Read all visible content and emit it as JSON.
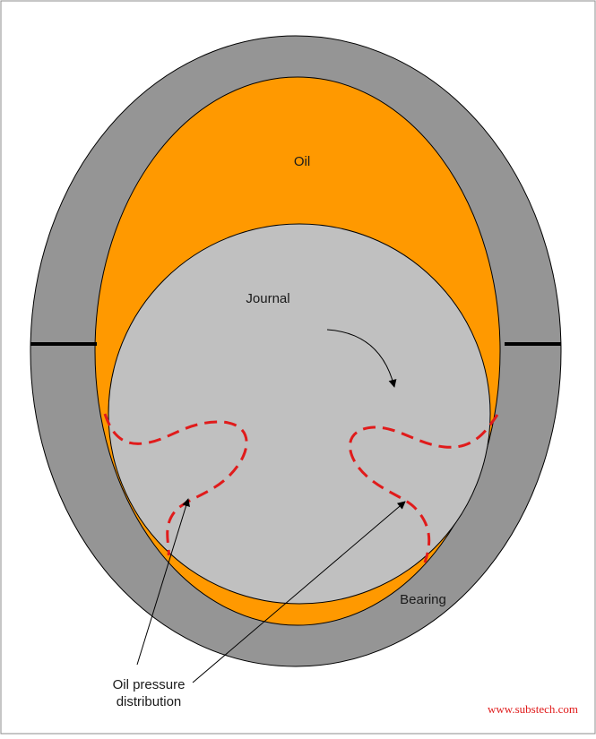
{
  "labels": {
    "oil": "Oil",
    "journal": "Journal",
    "bearing": "Bearing",
    "pressure_line1": "Oil pressure",
    "pressure_line2": "distribution"
  },
  "credit": "www.substech.com",
  "colors": {
    "bearing": "#959595",
    "oil": "#ff9900",
    "journal": "#c0c0c0",
    "pressure_curve": "#e01b1b",
    "outline": "#000000",
    "frame": "#8c8c8c"
  }
}
